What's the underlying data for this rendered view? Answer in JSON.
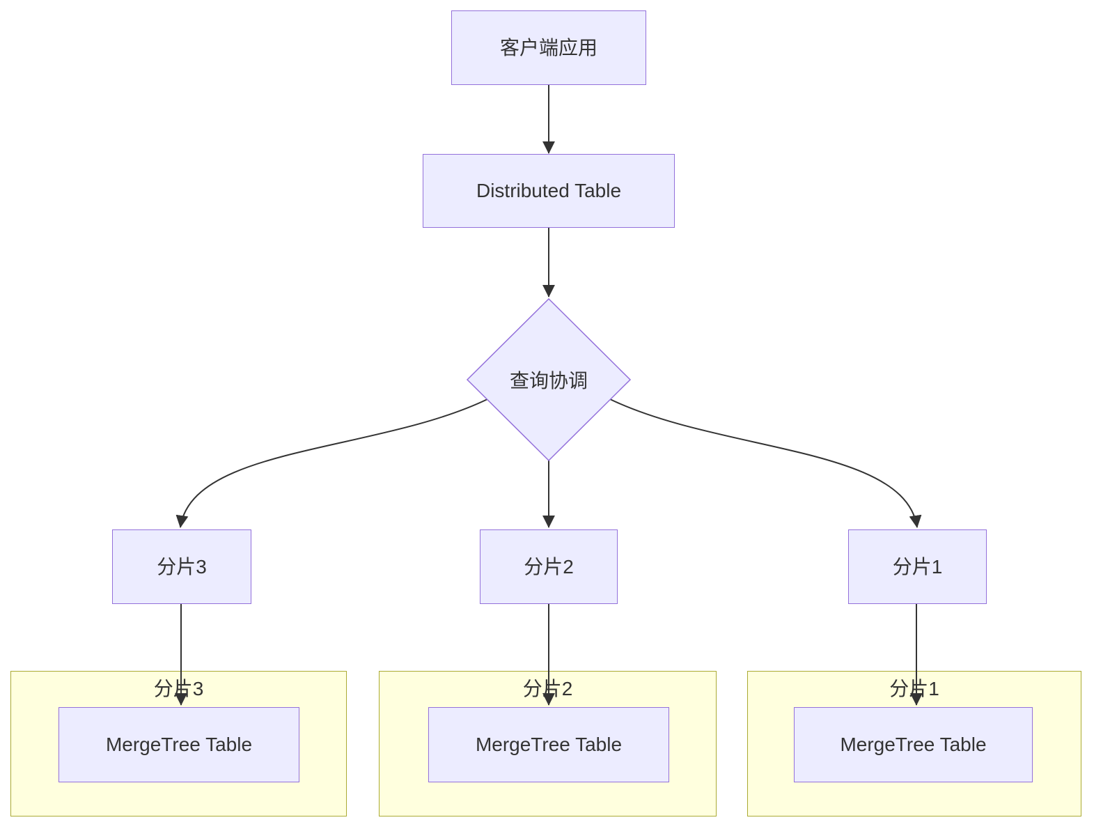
{
  "diagram_type": "flowchart-top-down",
  "nodes": {
    "client": {
      "label": "客户端应用",
      "shape": "rect"
    },
    "distributed": {
      "label": "Distributed Table",
      "shape": "rect"
    },
    "coordinator": {
      "label": "查询协调",
      "shape": "diamond"
    },
    "shard3": {
      "label": "分片3",
      "shape": "rect"
    },
    "shard2": {
      "label": "分片2",
      "shape": "rect"
    },
    "shard1": {
      "label": "分片1",
      "shape": "rect"
    },
    "mergetree3": {
      "label": "MergeTree Table",
      "shape": "rect"
    },
    "mergetree2": {
      "label": "MergeTree Table",
      "shape": "rect"
    },
    "mergetree1": {
      "label": "MergeTree Table",
      "shape": "rect"
    }
  },
  "clusters": [
    {
      "title": "分片3",
      "contains": [
        "mergetree3"
      ]
    },
    {
      "title": "分片2",
      "contains": [
        "mergetree2"
      ]
    },
    {
      "title": "分片1",
      "contains": [
        "mergetree1"
      ]
    }
  ],
  "edges": [
    {
      "from": "client",
      "to": "distributed"
    },
    {
      "from": "distributed",
      "to": "coordinator"
    },
    {
      "from": "coordinator",
      "to": "shard3"
    },
    {
      "from": "coordinator",
      "to": "shard2"
    },
    {
      "from": "coordinator",
      "to": "shard1"
    },
    {
      "from": "shard3",
      "to": "mergetree3"
    },
    {
      "from": "shard2",
      "to": "mergetree2"
    },
    {
      "from": "shard1",
      "to": "mergetree1"
    }
  ],
  "colors": {
    "node_fill": "#ECECFF",
    "node_border": "#9370DB",
    "cluster_fill": "#FFFFDE",
    "cluster_border": "#AAAA33",
    "edge": "#333333",
    "text": "#333333",
    "background": "#FFFFFF"
  }
}
